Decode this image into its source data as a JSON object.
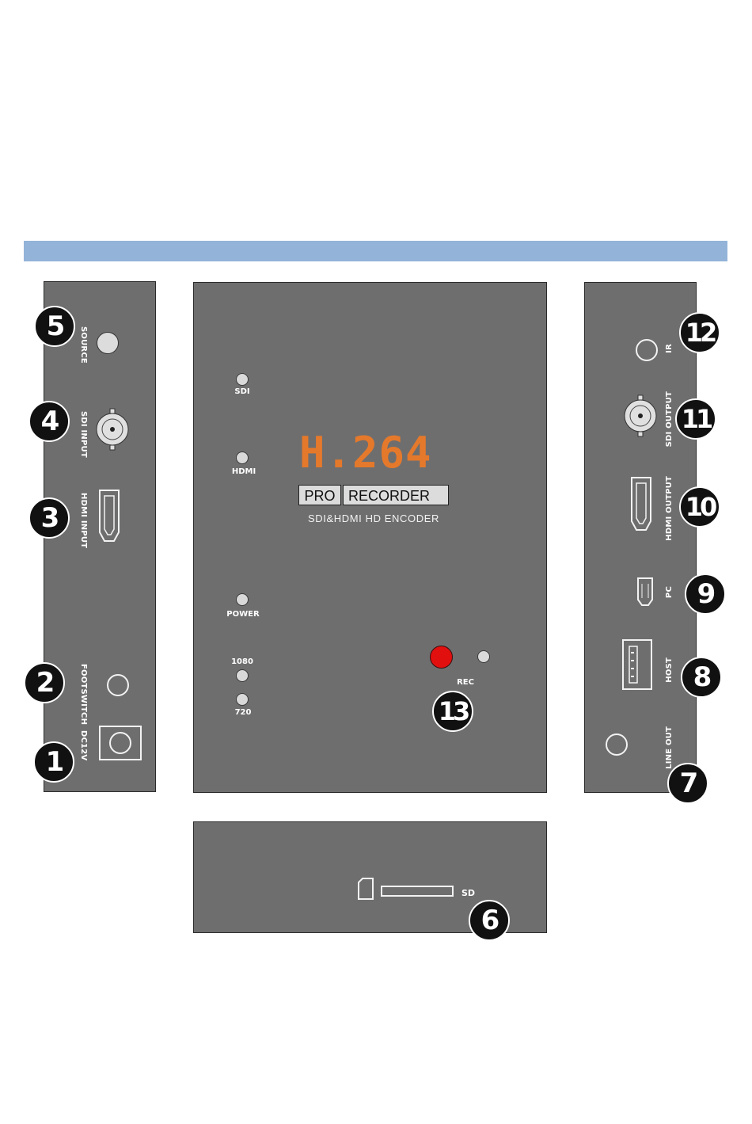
{
  "left_panel": {
    "source": "SOURCE",
    "sdi_input": "SDI INPUT",
    "hdmi_input": "HDMI INPUT",
    "footswitch": "FOOTSWITCH",
    "dc12v": "DC12V"
  },
  "front_panel": {
    "title": "H.264",
    "pro": "PRO",
    "recorder": "RECORDER",
    "subtitle": "SDI&HDMI HD ENCODER",
    "led_sdi": "SDI",
    "led_hdmi": "HDMI",
    "led_power": "POWER",
    "led_1080": "1080",
    "led_720": "720",
    "rec": "REC",
    "title_color": "#e5792b",
    "rec_button_color": "#e20f0f"
  },
  "right_panel": {
    "ir": "IR",
    "sdi_output": "SDI OUTPUT",
    "hdmi_output": "HDMI OUTPUT",
    "pc": "PC",
    "host": "HOST",
    "line_out": "LINE OUT"
  },
  "bottom_panel": {
    "sd": "SD"
  },
  "callouts": {
    "n1": "1",
    "n2": "2",
    "n3": "3",
    "n4": "4",
    "n5": "5",
    "n6": "6",
    "n7": "7",
    "n8": "8",
    "n9": "9",
    "n10": "10",
    "n11": "11",
    "n12": "12",
    "n13": "13"
  },
  "colors": {
    "panel": "#6f6e6e",
    "band": "#93b3d9"
  }
}
